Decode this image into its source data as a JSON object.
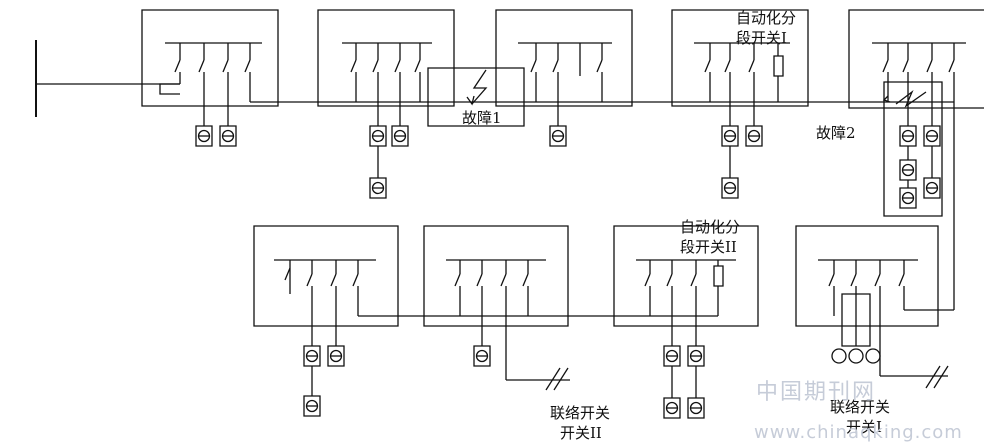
{
  "labels": {
    "auto_switch_1_line1": "自动化分",
    "auto_switch_1_line2": "段开关I",
    "fault_1": "故障1",
    "fault_2": "故障2",
    "auto_switch_2_line1": "自动化分",
    "auto_switch_2_line2": "段开关II",
    "tie_switch_left_line1": "联络开关",
    "tie_switch_left_line2": "开关II",
    "tie_switch_right_line1": "联络开关",
    "tie_switch_right_line2": "开关I"
  },
  "watermark": {
    "line1": "中国期刊网",
    "line2": "www.chinaqking.com"
  }
}
